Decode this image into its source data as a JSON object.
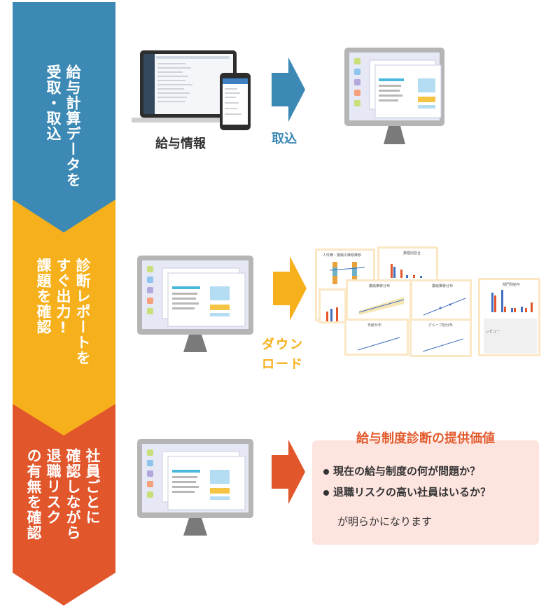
{
  "steps": [
    {
      "text": "給与計算データを\n受取・取込",
      "color": "#3b89b4"
    },
    {
      "text": "診断レポートを\nすぐ出力!\n課題を確認",
      "color": "#f6b01c"
    },
    {
      "text": "社員ごとに\n確認しながら\n退職リスク\nの有無を確認",
      "color": "#e2562c"
    }
  ],
  "step1": {
    "device_label": "給与情報",
    "arrow_label": "取込",
    "arrow_color": "#3b89b4"
  },
  "step2": {
    "arrow_label_line1": "ダウン",
    "arrow_label_line2": "ロード",
    "arrow_color": "#f6b01c",
    "report_titles": [
      "人件費・業績の推移推移",
      "業種別割合",
      "業績推移分布",
      "業績推移分布",
      "部門別給与",
      "年齢分布",
      "グループ別分布"
    ],
    "review_label": "レビュー"
  },
  "step3": {
    "arrow_color": "#e2562c",
    "value_title": "給与制度診断の提供価値",
    "bullets": [
      "現在の給与制度の何が問題か？",
      "退職リスクの高い社員はいるか？"
    ],
    "note": "が明らかになります"
  },
  "monitor_colors": {
    "frame": "#b5b5b5",
    "screen": "#e6e8f6",
    "stand": "#7a7a7a",
    "tiles": [
      "#c9e07a",
      "#8ec3ee",
      "#b3a8dd",
      "#f6a07c",
      "#c9e07a"
    ],
    "bar": "#49b8de",
    "box": "#b4dcf2",
    "accent": "#f6c445"
  }
}
